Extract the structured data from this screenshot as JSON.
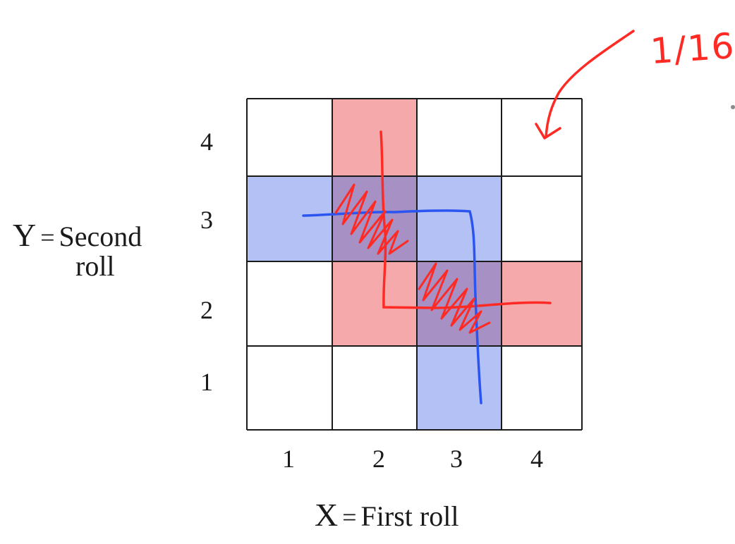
{
  "grid": {
    "x_values": [
      "1",
      "2",
      "3",
      "4"
    ],
    "y_values": [
      "1",
      "2",
      "3",
      "4"
    ],
    "x_axis": {
      "variable": "X",
      "equals": "=",
      "description": "First roll"
    },
    "y_axis": {
      "variable": "Y",
      "equals": "=",
      "description_line1": "Second",
      "description_line2": "roll"
    },
    "red_cells": [
      [
        2,
        4
      ],
      [
        2,
        2
      ],
      [
        4,
        2
      ]
    ],
    "blue_cells": [
      [
        1,
        3
      ],
      [
        3,
        3
      ],
      [
        3,
        1
      ]
    ],
    "overlap_cells": [
      [
        2,
        3
      ],
      [
        3,
        2
      ]
    ],
    "annotated_cell": [
      4,
      4
    ]
  },
  "annotation": {
    "text": "1/16"
  },
  "colors": {
    "red_fill": "#f6a9ab",
    "blue_fill": "#b4c1f5",
    "overlap_fill": "#a690c4",
    "ink_red": "#ff2a24",
    "ink_blue": "#2a55f0",
    "grid_line": "#1a1a1a"
  }
}
